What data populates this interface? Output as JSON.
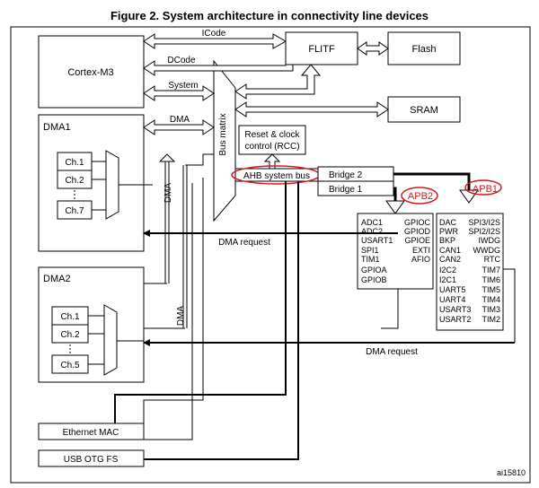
{
  "title": "Figure 2. System architecture in connectivity line devices",
  "blocks": {
    "cortex": "Cortex-M3",
    "flitf": "FLITF",
    "flash": "Flash",
    "sram": "SRAM",
    "dma1": "DMA1",
    "dma2": "DMA2",
    "rcc_line1": "Reset & clock",
    "rcc_line2": "control (RCC)",
    "ahb": "AHB system bus",
    "bridge2": "Bridge  2",
    "bridge1": "Bridge  1",
    "apb2": "APB2",
    "apb1": "APB1",
    "bus_matrix": "Bus matrix",
    "ethernet": "Ethernet MAC",
    "usb": "USB OTG FS"
  },
  "buses": {
    "icode": "ICode",
    "dcode": "DCode",
    "system": "System",
    "dma": "DMA",
    "dma_v1": "DMA",
    "dma_v2": "DMA",
    "dma_request1": "DMA request",
    "dma_request2": "DMA request"
  },
  "dma1_channels": [
    "Ch.1",
    "Ch.2",
    "Ch.7"
  ],
  "dma2_channels": [
    "Ch.1",
    "Ch.2",
    "Ch.5"
  ],
  "apb2_left": [
    "ADC1",
    "ADC2",
    "USART1",
    "SPI1",
    "TIM1",
    "GPIOA",
    "GPIOB"
  ],
  "apb2_right": [
    "GPIOC",
    "GPIOD",
    "GPIOE",
    "EXTI",
    "AFIO"
  ],
  "apb1_left": [
    "DAC",
    "PWR",
    "BKP",
    "CAN1",
    "CAN2",
    "I2C2",
    "I2C1",
    "UART5",
    "UART4",
    "USART3",
    "USART2"
  ],
  "apb1_right": [
    "SPI3/I2S",
    "SPI2/I2S",
    "IWDG",
    "WWDG",
    "RTC",
    "TIM7",
    "TIM6",
    "TIM5",
    "TIM4",
    "TIM3",
    "TIM2"
  ],
  "ref": "ai15810",
  "colors": {
    "annotation": "#d8161c"
  }
}
